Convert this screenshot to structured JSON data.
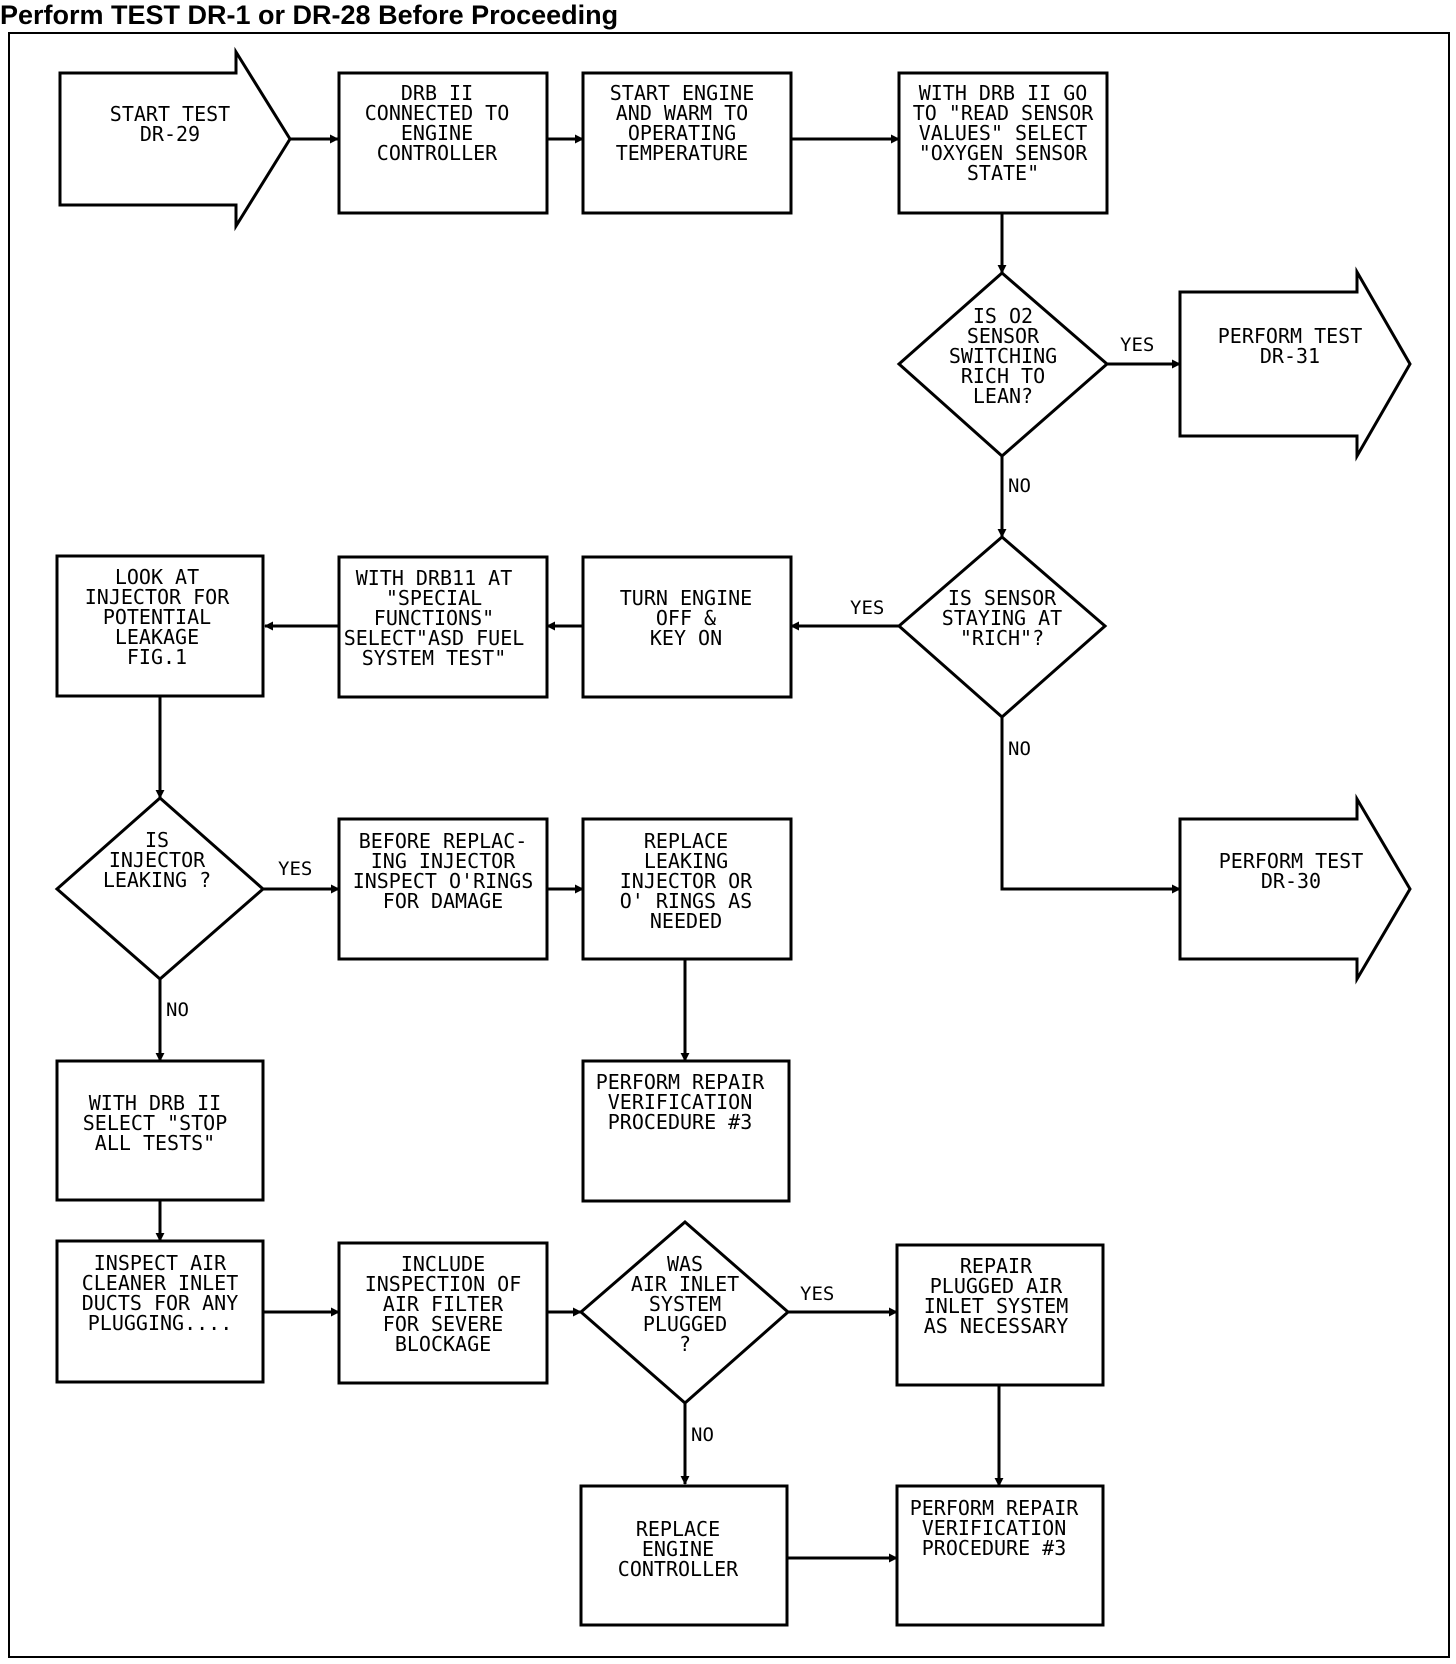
{
  "header": {
    "title": "Perform TEST DR-1 or DR-28 Before Proceeding"
  },
  "nodes": {
    "start": {
      "lines": [
        "START TEST",
        "DR-29"
      ]
    },
    "n_drb": {
      "lines": [
        "DRB II",
        "CONNECTED TO",
        "ENGINE",
        "CONTROLLER"
      ]
    },
    "n_warm": {
      "lines": [
        "START ENGINE",
        "AND WARM TO",
        "OPERATING",
        "TEMPERATURE"
      ]
    },
    "n_read": {
      "lines": [
        "WITH DRB II GO",
        "TO \"READ SENSOR",
        "VALUES\" SELECT",
        "\"OXYGEN SENSOR",
        "STATE\""
      ]
    },
    "d_o2": {
      "lines": [
        "IS O2",
        "SENSOR",
        "SWITCHING",
        "RICH TO",
        "LEAN?"
      ]
    },
    "t_dr31": {
      "lines": [
        "PERFORM TEST",
        "DR-31"
      ]
    },
    "d_rich": {
      "lines": [
        "IS SENSOR",
        "STAYING AT",
        "\"RICH\"?"
      ]
    },
    "n_turn": {
      "lines": [
        "TURN ENGINE",
        "OFF &",
        "KEY ON"
      ]
    },
    "n_special": {
      "lines": [
        "WITH DRB11 AT",
        "\"SPECIAL",
        "FUNCTIONS\"",
        "SELECT\"ASD FUEL",
        "SYSTEM TEST\""
      ]
    },
    "n_look": {
      "lines": [
        "LOOK AT",
        "INJECTOR FOR",
        "POTENTIAL",
        "LEAKAGE",
        "FIG.1"
      ]
    },
    "t_dr30": {
      "lines": [
        "PERFORM TEST",
        "DR-30"
      ]
    },
    "d_inj": {
      "lines": [
        "IS",
        "INJECTOR",
        "LEAKING ?"
      ]
    },
    "n_before": {
      "lines": [
        "BEFORE REPLAC-",
        "ING INJECTOR",
        "INSPECT O'RINGS",
        "FOR DAMAGE"
      ]
    },
    "n_replace": {
      "lines": [
        "REPLACE",
        "LEAKING",
        "INJECTOR OR",
        "O' RINGS AS",
        "NEEDED"
      ]
    },
    "n_verify1": {
      "lines": [
        "PERFORM REPAIR",
        "VERIFICATION",
        "PROCEDURE #3"
      ]
    },
    "n_stop": {
      "lines": [
        "WITH DRB II",
        "SELECT \"STOP",
        "ALL TESTS\""
      ]
    },
    "n_inspect": {
      "lines": [
        "INSPECT AIR",
        "CLEANER INLET",
        "DUCTS FOR ANY",
        "PLUGGING...."
      ]
    },
    "n_include": {
      "lines": [
        "INCLUDE",
        "INSPECTION OF",
        "AIR FILTER",
        "FOR SEVERE",
        "BLOCKAGE"
      ]
    },
    "d_air": {
      "lines": [
        "WAS",
        "AIR INLET",
        "SYSTEM",
        "PLUGGED",
        "?"
      ]
    },
    "n_repair": {
      "lines": [
        "REPAIR",
        "PLUGGED AIR",
        "INLET SYSTEM",
        "AS NECESSARY"
      ]
    },
    "n_ctrl": {
      "lines": [
        "REPLACE",
        "ENGINE",
        "CONTROLLER"
      ]
    },
    "n_verify2": {
      "lines": [
        "PERFORM REPAIR",
        "VERIFICATION",
        "PROCEDURE #3"
      ]
    }
  },
  "edge_labels": {
    "o2_yes": "YES",
    "o2_no": "NO",
    "rich_yes": "YES",
    "rich_no": "NO",
    "inj_yes": "YES",
    "inj_no": "NO",
    "air_yes": "YES",
    "air_no": "NO"
  }
}
